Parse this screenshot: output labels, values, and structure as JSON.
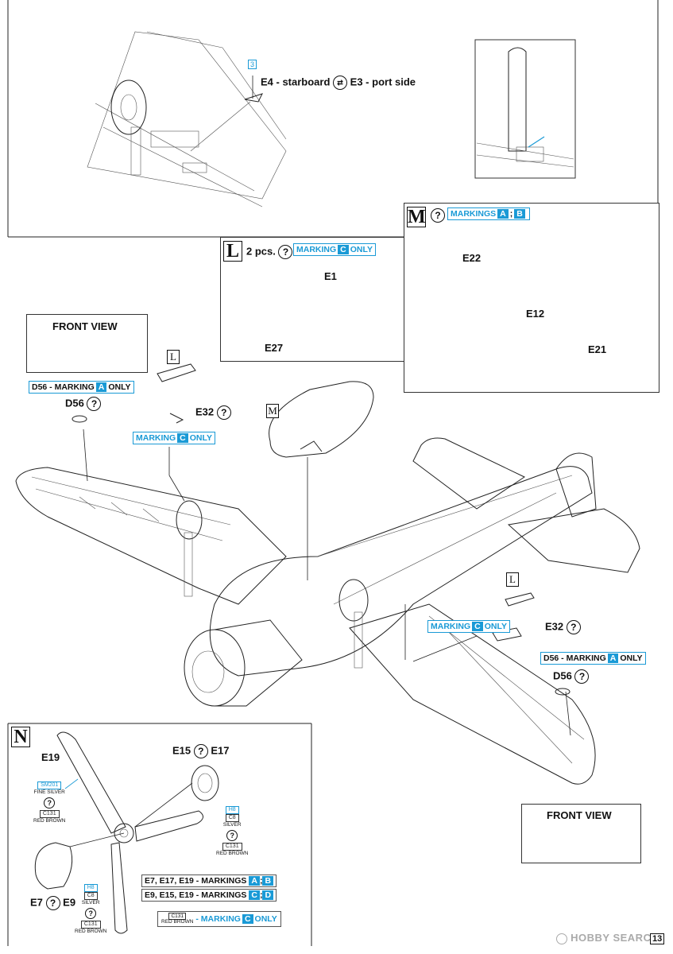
{
  "top_callout": {
    "part_ref": "3",
    "text": "E4 - starboard",
    "arrow_text": "E3 - port side"
  },
  "step_L": {
    "letter": "L",
    "qty": "2 pcs.",
    "marking_pre": "MARKING",
    "marking_key": "C",
    "marking_post": "ONLY",
    "parts": [
      "E1",
      "E27"
    ]
  },
  "step_M": {
    "letter": "M",
    "marking_pre": "MARKINGS",
    "keys": [
      "A",
      "B"
    ],
    "parts": [
      "E22",
      "E12",
      "E21"
    ]
  },
  "front_view_1": "FRONT VIEW",
  "front_view_2": "FRONT VIEW",
  "left_wing": {
    "d56_pre": "D56 - MARKING",
    "d56_key": "A",
    "d56_post": "ONLY",
    "d56": "D56",
    "l_label": "L",
    "e32": "E32",
    "mark_pre": "MARKING",
    "mark_key": "C",
    "mark_post": "ONLY"
  },
  "center": {
    "m_label": "M"
  },
  "right_wing": {
    "l_label": "L",
    "e32": "E32",
    "mark_pre": "MARKING",
    "mark_key": "C",
    "mark_post": "ONLY",
    "d56_pre": "D56 - MARKING",
    "d56_key": "A",
    "d56_post": "ONLY",
    "d56": "D56"
  },
  "step_N": {
    "letter": "N",
    "e19": "E19",
    "e15": "E15",
    "e17": "E17",
    "e7": "E7",
    "e9": "E9",
    "paint_sm201_code": "SM201",
    "paint_sm201_name": "FINE SILVER",
    "paint_c131_code": "C131",
    "paint_c131_name": "RED BROWN",
    "paint_h8_code": "H8",
    "paint_c8_code": "C8",
    "paint_silver_name": "SILVER",
    "key1_pre": "E7, E17, E19 - MARKINGS",
    "key1_keys": [
      "A",
      "B"
    ],
    "key2_pre": "E9, E15, E19 - MARKINGS",
    "key2_keys": [
      "C",
      "D"
    ],
    "key3_code": "C131",
    "key3_name": "RED BROWN",
    "key3_pre": "- MARKING",
    "key3_key": "C",
    "key3_post": "ONLY"
  },
  "footer": {
    "brand": "HOBBY SEARCH",
    "page": "13"
  },
  "colors": {
    "accent": "#1a9ad6"
  }
}
